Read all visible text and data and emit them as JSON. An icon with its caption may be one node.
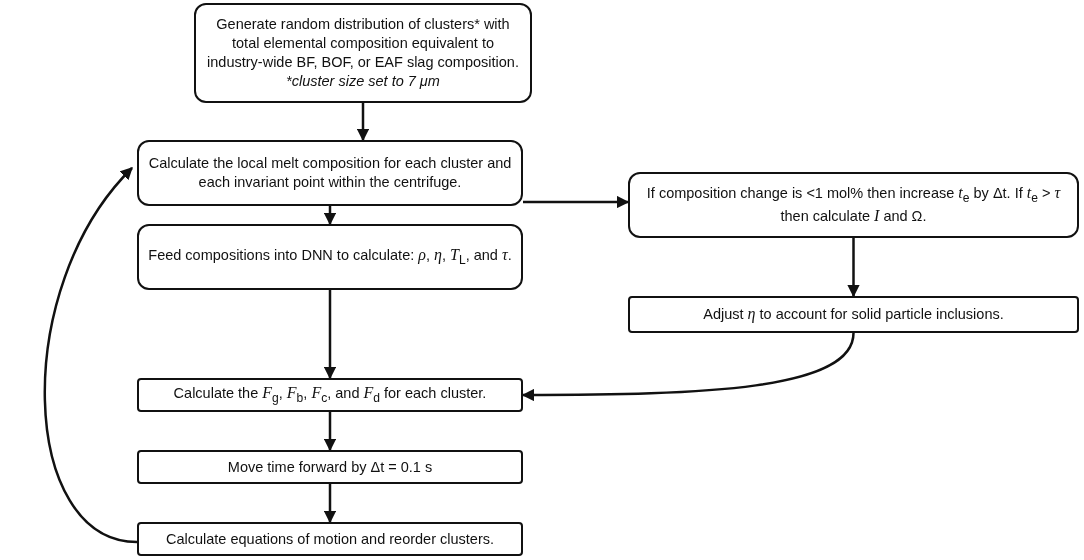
{
  "diagram": {
    "nodes": [
      {
        "text": [
          "Generate random distribution of clusters* with total elemental composition equivalent to industry-wide BF, BOF, or EAF slag composition.",
          "*cluster size set to 7 μm"
        ]
      },
      {
        "text": [
          "Calculate the local melt composition for each cluster and each invariant point within the centrifuge."
        ]
      },
      {
        "text": [
          "If composition change is <1 mol% then increase *t*$_{e}$ by Δt. If *t*$_{e}$ > *τ* then calculate *I* and Ω."
        ]
      },
      {
        "text": [
          "Feed compositions into DNN to calculate: *ρ*, *η*, *T*$_{L}$, and *τ*."
        ]
      },
      {
        "text": [
          "Adjust *η* to account for solid particle inclusions."
        ]
      },
      {
        "text": [
          "Calculate the *F*$_{g}$, *F*$_{b}$, *F*$_{c}$, and *F*$_{d}$ for each cluster."
        ]
      },
      {
        "text": [
          "Move time forward by Δt = 0.1 s"
        ]
      },
      {
        "text": [
          "Calculate equations of motion and reorder clusters."
        ]
      }
    ],
    "edges": [
      {
        "from": 0,
        "to": 1,
        "arrow": "to"
      },
      {
        "from": 1,
        "to": 2,
        "arrow": "to"
      },
      {
        "from": 1,
        "to": 3,
        "arrow": "to"
      },
      {
        "from": 2,
        "to": 4,
        "arrow": "to"
      },
      {
        "from": 3,
        "to": 5,
        "arrow": "to"
      },
      {
        "from": 4,
        "to": 5,
        "arrow": "to"
      },
      {
        "from": 5,
        "to": 6,
        "arrow": "to"
      },
      {
        "from": 6,
        "to": 7,
        "arrow": "to"
      },
      {
        "from": 7,
        "to": 1,
        "arrow": "to"
      }
    ]
  }
}
